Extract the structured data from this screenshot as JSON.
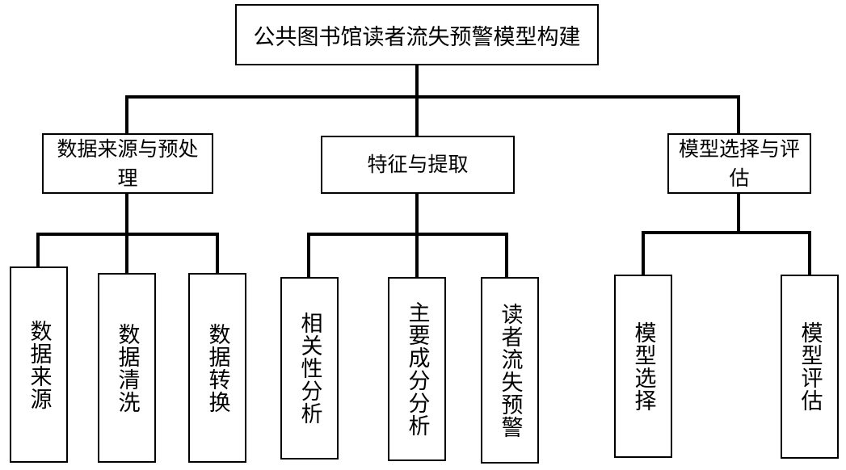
{
  "root": {
    "label": "公共图书馆读者流失预警模型构建"
  },
  "branches": [
    {
      "label": "数据来源与预处理",
      "leaves": [
        "数据来源",
        "数据清洗",
        "数据转换"
      ]
    },
    {
      "label": "特征与提取",
      "leaves": [
        "相关性分析",
        "主要成分分析",
        "读者流失预警"
      ]
    },
    {
      "label": "模型选择与评估",
      "leaves": [
        "模型选择",
        "模型评估"
      ]
    }
  ]
}
